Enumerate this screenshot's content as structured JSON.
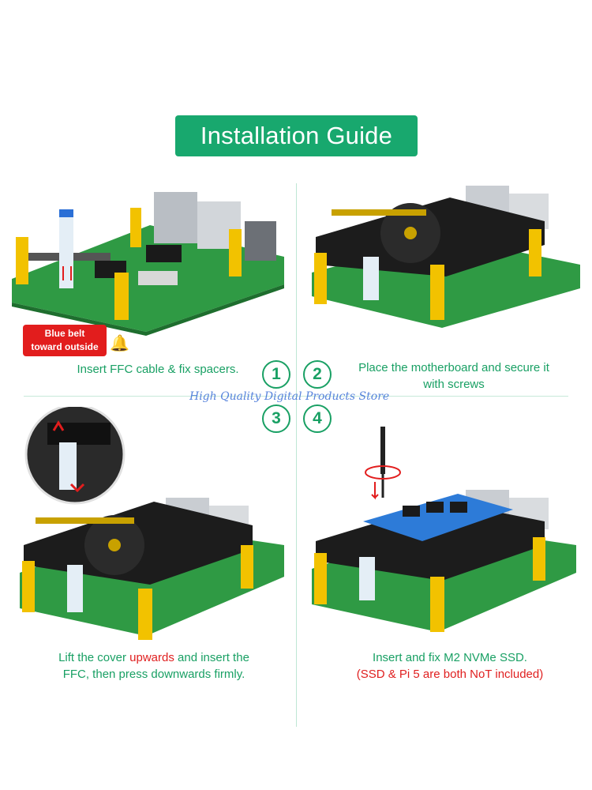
{
  "title": "Installation Guide",
  "watermark": "High Quality Digital Products Store",
  "colors": {
    "accent": "#18a86e",
    "warning": "#e21d1d",
    "board": "#2f9a44",
    "spacer": "#f2c200",
    "hat": "#1c1c1c"
  },
  "callout": {
    "line1": "Blue belt",
    "line2": "toward outside",
    "icon": "bell-icon"
  },
  "steps": [
    {
      "number": "1",
      "caption": "Insert FFC cable & fix spacers."
    },
    {
      "number": "2",
      "caption_line1": "Place the motherboard and secure it",
      "caption_line2": "with screws"
    },
    {
      "number": "3",
      "caption_pre": "Lift the cover ",
      "caption_highlight": "upwards",
      "caption_post": " and insert the",
      "caption_line2": "FFC, then press downwards firmly."
    },
    {
      "number": "4",
      "caption_line1": "Insert and fix M2 NVMe SSD.",
      "caption_line2": "(SSD & Pi 5 are both NoT included)"
    }
  ]
}
